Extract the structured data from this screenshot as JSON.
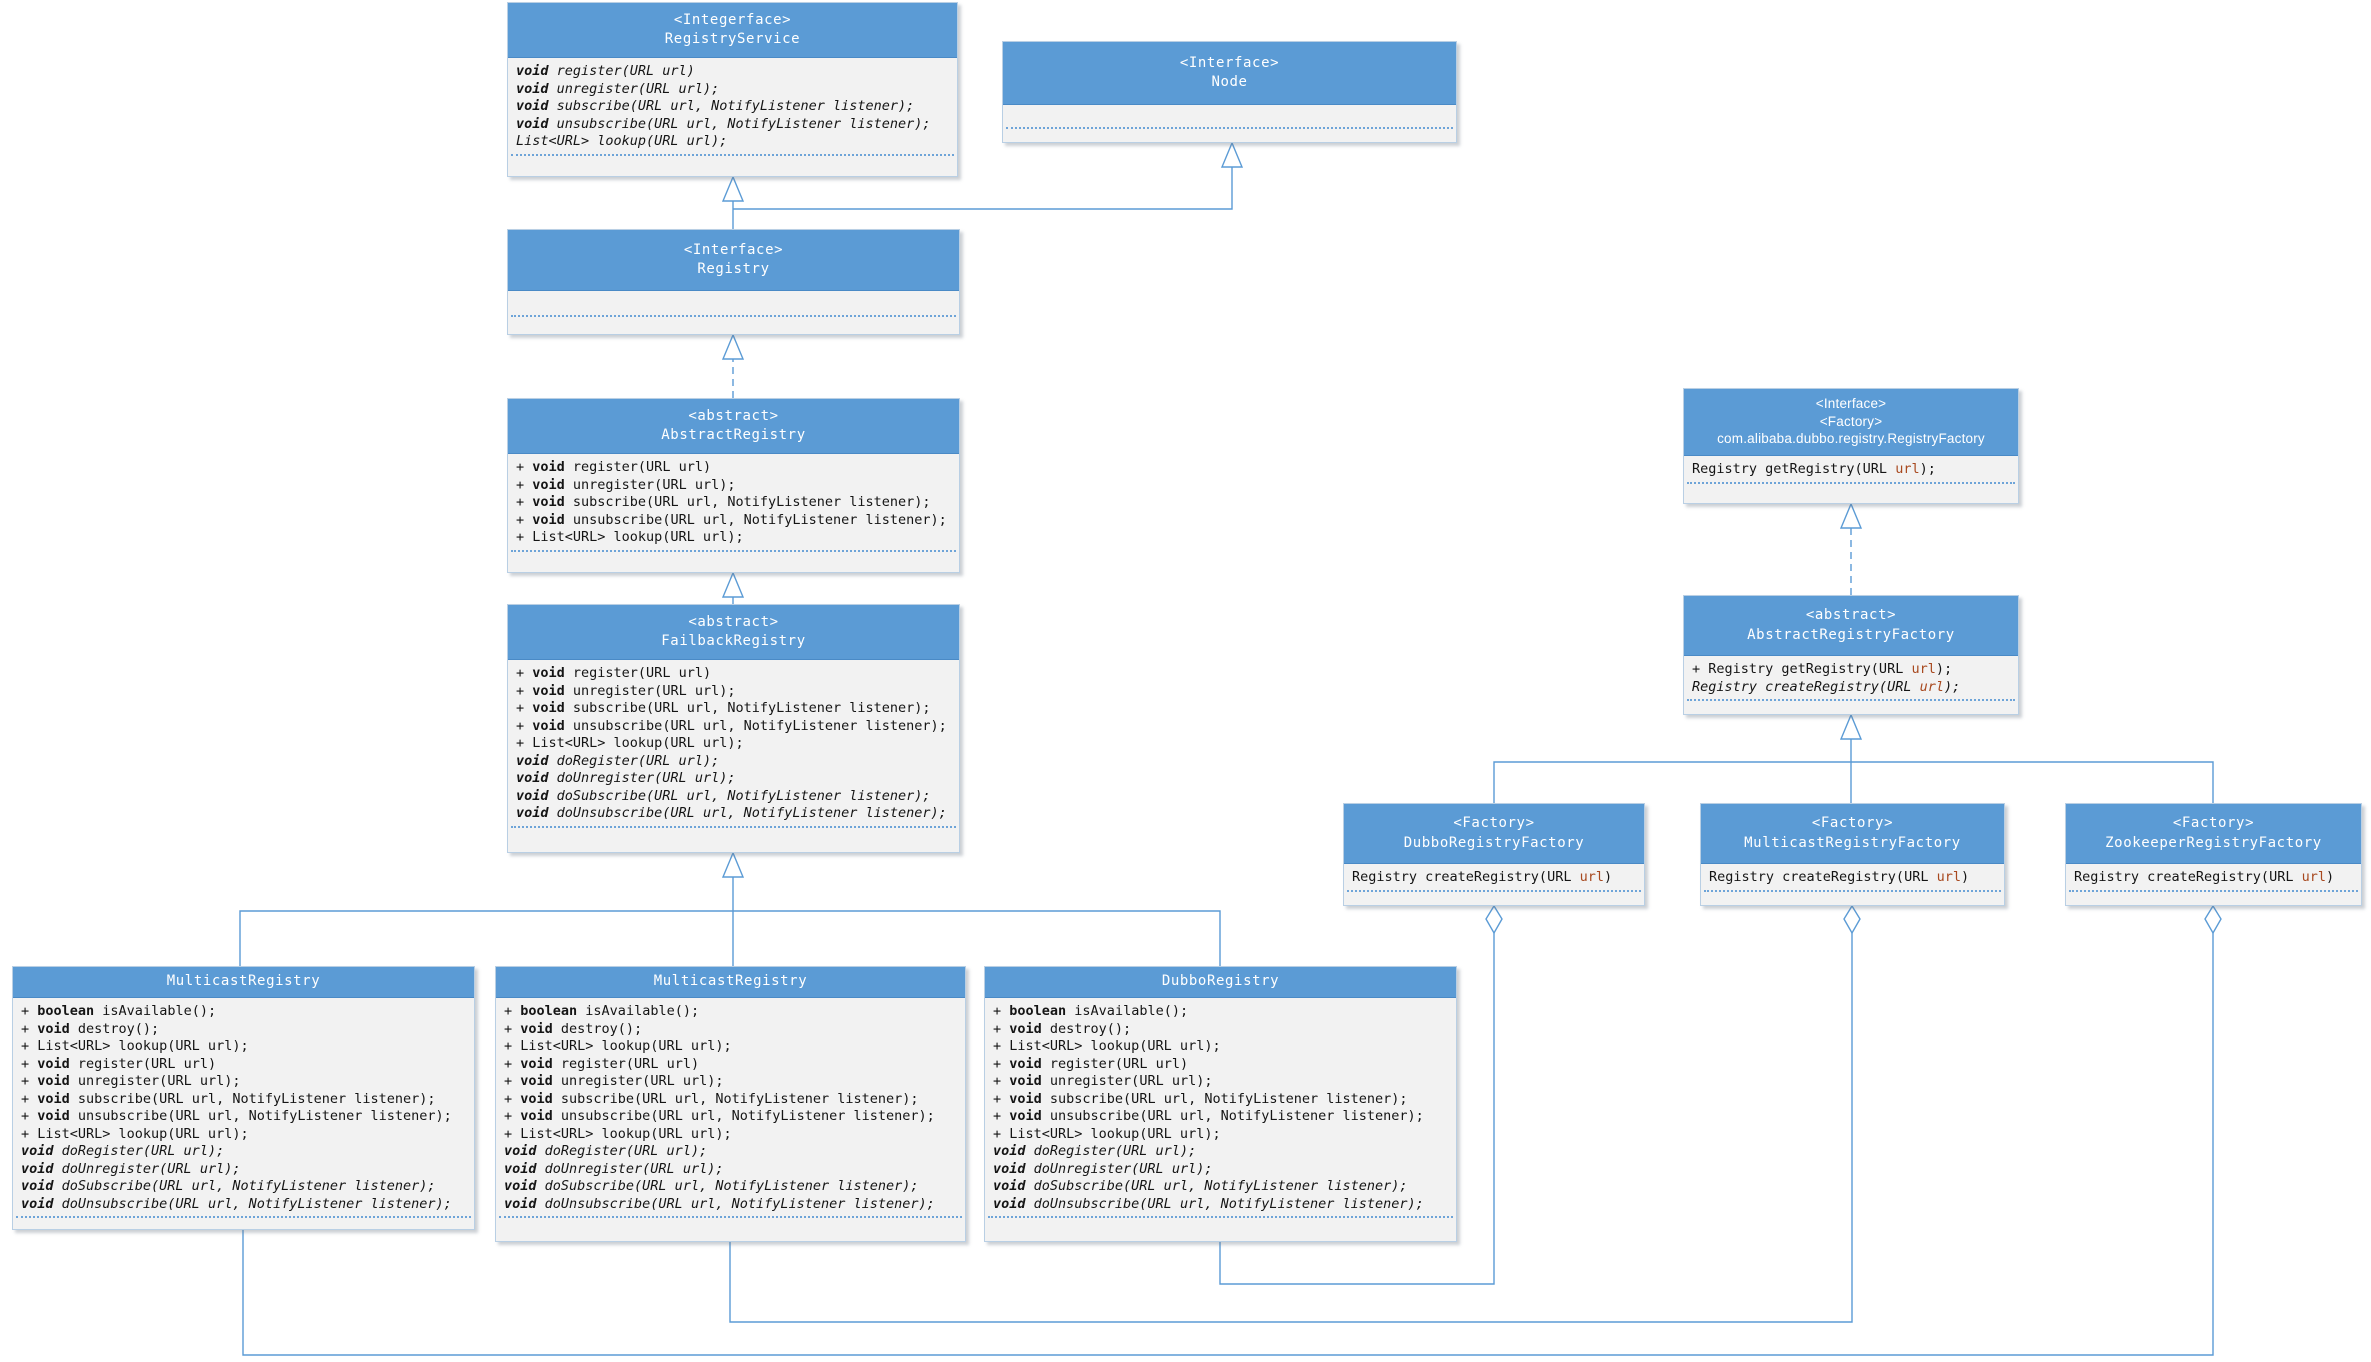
{
  "colors": {
    "header_bg": "#5b9bd5",
    "body_bg": "#f2f2f2",
    "connector": "#5b9bd5",
    "url_accent": "#a8491f"
  },
  "diagram": {
    "boxes": [
      {
        "id": "registry-service",
        "header_lines": [
          "<Integerface>",
          "RegistryService"
        ],
        "methods": [
          {
            "t": "void register(URL url)",
            "i": true
          },
          {
            "t": "void unregister(URL url);",
            "i": true
          },
          {
            "t": "void subscribe(URL url, NotifyListener listener);",
            "i": true
          },
          {
            "t": "void unsubscribe(URL url, NotifyListener listener);",
            "i": true
          },
          {
            "t": "List<URL> lookup(URL url);",
            "i": true
          }
        ],
        "accent_url": false
      },
      {
        "id": "node",
        "header_lines": [
          "<Interface>",
          "Node"
        ],
        "methods": [],
        "accent_url": false
      },
      {
        "id": "registry",
        "header_lines": [
          "<Interface>",
          "Registry"
        ],
        "methods": [],
        "accent_url": false
      },
      {
        "id": "abstract-registry",
        "header_lines": [
          "<abstract>",
          "AbstractRegistry"
        ],
        "methods": [
          {
            "t": "+ void register(URL url)",
            "i": false
          },
          {
            "t": "+ void unregister(URL url);",
            "i": false
          },
          {
            "t": "+ void subscribe(URL url, NotifyListener listener);",
            "i": false
          },
          {
            "t": "+ void unsubscribe(URL url, NotifyListener listener);",
            "i": false
          },
          {
            "t": "+ List<URL> lookup(URL url);",
            "i": false
          }
        ],
        "accent_url": false
      },
      {
        "id": "failback-registry",
        "header_lines": [
          "<abstract>",
          "FailbackRegistry"
        ],
        "methods": [
          {
            "t": "+ void register(URL url)",
            "i": false
          },
          {
            "t": "+ void unregister(URL url);",
            "i": false
          },
          {
            "t": "+ void subscribe(URL url, NotifyListener listener);",
            "i": false
          },
          {
            "t": "+ void unsubscribe(URL url, NotifyListener listener);",
            "i": false
          },
          {
            "t": "+ List<URL> lookup(URL url);",
            "i": false
          },
          {
            "t": "void doRegister(URL url);",
            "i": true
          },
          {
            "t": "void doUnregister(URL url);",
            "i": true
          },
          {
            "t": "void doSubscribe(URL url, NotifyListener listener);",
            "i": true
          },
          {
            "t": "void doUnsubscribe(URL url, NotifyListener listener);",
            "i": true
          }
        ],
        "accent_url": false
      },
      {
        "id": "multicast-registry-left",
        "header_lines": [
          "MulticastRegistry"
        ],
        "methods": [
          {
            "t": "+ boolean isAvailable();",
            "i": false
          },
          {
            "t": "+ void destroy();",
            "i": false
          },
          {
            "t": "+ List<URL> lookup(URL url);",
            "i": false
          },
          {
            "t": "+ void register(URL url)",
            "i": false
          },
          {
            "t": "+ void unregister(URL url);",
            "i": false
          },
          {
            "t": "+ void subscribe(URL url, NotifyListener listener);",
            "i": false
          },
          {
            "t": "+ void unsubscribe(URL url, NotifyListener listener);",
            "i": false
          },
          {
            "t": "+ List<URL> lookup(URL url);",
            "i": false
          },
          {
            "t": "void doRegister(URL url);",
            "i": true
          },
          {
            "t": "void doUnregister(URL url);",
            "i": true
          },
          {
            "t": "void doSubscribe(URL url, NotifyListener listener);",
            "i": true
          },
          {
            "t": "void doUnsubscribe(URL url, NotifyListener listener);",
            "i": true
          }
        ],
        "accent_url": false
      },
      {
        "id": "multicast-registry-mid",
        "header_lines": [
          "MulticastRegistry"
        ],
        "methods": [
          {
            "t": "+ boolean isAvailable();",
            "i": false
          },
          {
            "t": "+ void destroy();",
            "i": false
          },
          {
            "t": "+ List<URL> lookup(URL url);",
            "i": false
          },
          {
            "t": "+ void register(URL url)",
            "i": false
          },
          {
            "t": "+ void unregister(URL url);",
            "i": false
          },
          {
            "t": "+ void subscribe(URL url, NotifyListener listener);",
            "i": false
          },
          {
            "t": "+ void unsubscribe(URL url, NotifyListener listener);",
            "i": false
          },
          {
            "t": "+ List<URL> lookup(URL url);",
            "i": false
          },
          {
            "t": "void doRegister(URL url);",
            "i": true
          },
          {
            "t": "void doUnregister(URL url);",
            "i": true
          },
          {
            "t": "void doSubscribe(URL url, NotifyListener listener);",
            "i": true
          },
          {
            "t": "void doUnsubscribe(URL url, NotifyListener listener);",
            "i": true
          }
        ],
        "accent_url": false
      },
      {
        "id": "dubbo-registry",
        "header_lines": [
          "DubboRegistry"
        ],
        "methods": [
          {
            "t": "+ boolean isAvailable();",
            "i": false
          },
          {
            "t": "+ void destroy();",
            "i": false
          },
          {
            "t": "+ List<URL> lookup(URL url);",
            "i": false
          },
          {
            "t": "+ void register(URL url)",
            "i": false
          },
          {
            "t": "+ void unregister(URL url);",
            "i": false
          },
          {
            "t": "+ void subscribe(URL url, NotifyListener listener);",
            "i": false
          },
          {
            "t": "+ void unsubscribe(URL url, NotifyListener listener);",
            "i": false
          },
          {
            "t": "+ List<URL> lookup(URL url);",
            "i": false
          },
          {
            "t": "void doRegister(URL url);",
            "i": true
          },
          {
            "t": "void doUnregister(URL url);",
            "i": true
          },
          {
            "t": "void doSubscribe(URL url, NotifyListener listener);",
            "i": true
          },
          {
            "t": "void doUnsubscribe(URL url, NotifyListener listener);",
            "i": true
          }
        ],
        "accent_url": false
      },
      {
        "id": "registry-factory",
        "header_lines": [
          "<Interface>",
          "<Factory>",
          "com.alibaba.dubbo.registry.RegistryFactory"
        ],
        "methods": [
          {
            "t": "Registry getRegistry(URL url);",
            "i": false
          }
        ],
        "accent_url": true
      },
      {
        "id": "abstract-registry-factory",
        "header_lines": [
          "<abstract>",
          "AbstractRegistryFactory"
        ],
        "methods": [
          {
            "t": "+ Registry getRegistry(URL url);",
            "i": false
          },
          {
            "t": "Registry createRegistry(URL url);",
            "i": true
          }
        ],
        "accent_url": true
      },
      {
        "id": "dubbo-registry-factory",
        "header_lines": [
          "<Factory>",
          "DubboRegistryFactory"
        ],
        "methods": [
          {
            "t": "Registry createRegistry(URL url)",
            "i": false
          }
        ],
        "accent_url": true
      },
      {
        "id": "multicast-registry-factory",
        "header_lines": [
          "<Factory>",
          "MulticastRegistryFactory"
        ],
        "methods": [
          {
            "t": "Registry createRegistry(URL url)",
            "i": false
          }
        ],
        "accent_url": true
      },
      {
        "id": "zookeeper-registry-factory",
        "header_lines": [
          "<Factory>",
          "ZookeeperRegistryFactory"
        ],
        "methods": [
          {
            "t": "Registry createRegistry(URL url)",
            "i": false
          }
        ],
        "accent_url": true
      }
    ],
    "relations": [
      {
        "from": "registry",
        "to": "registry-service",
        "type": "extends"
      },
      {
        "from": "registry",
        "to": "node",
        "type": "extends"
      },
      {
        "from": "abstract-registry",
        "to": "registry",
        "type": "implements"
      },
      {
        "from": "failback-registry",
        "to": "abstract-registry",
        "type": "extends"
      },
      {
        "from": "multicast-registry-left",
        "to": "failback-registry",
        "type": "extends"
      },
      {
        "from": "multicast-registry-mid",
        "to": "failback-registry",
        "type": "extends"
      },
      {
        "from": "dubbo-registry",
        "to": "failback-registry",
        "type": "extends"
      },
      {
        "from": "abstract-registry-factory",
        "to": "registry-factory",
        "type": "implements"
      },
      {
        "from": "dubbo-registry-factory",
        "to": "abstract-registry-factory",
        "type": "extends"
      },
      {
        "from": "multicast-registry-factory",
        "to": "abstract-registry-factory",
        "type": "extends"
      },
      {
        "from": "zookeeper-registry-factory",
        "to": "abstract-registry-factory",
        "type": "extends"
      },
      {
        "from": "dubbo-registry-factory",
        "to": "dubbo-registry",
        "type": "aggregation"
      },
      {
        "from": "multicast-registry-factory",
        "to": "multicast-registry-mid",
        "type": "aggregation"
      },
      {
        "from": "zookeeper-registry-factory",
        "to": "multicast-registry-left",
        "type": "aggregation"
      }
    ]
  }
}
